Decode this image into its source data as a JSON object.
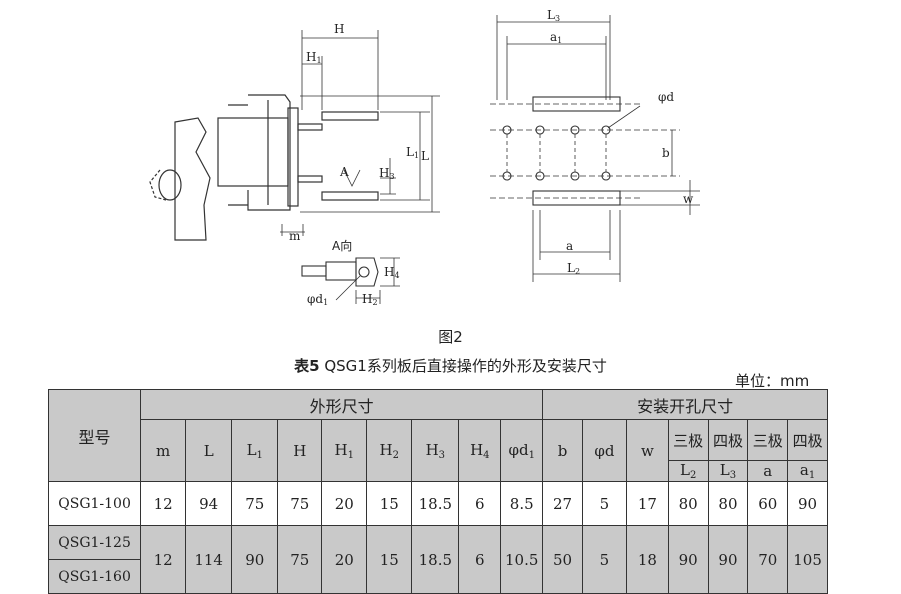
{
  "drawing_labels": {
    "H": "H",
    "H1": "H",
    "H1_sub": "1",
    "L": "L",
    "L1": "L",
    "L1_sub": "1",
    "A": "A",
    "H3": "H",
    "H3_sub": "3",
    "m": "m",
    "A_view": "A向",
    "H4": "H",
    "H4_sub": "4",
    "d1": "φd",
    "d1_sub": "1",
    "H2": "H",
    "H2_sub": "2",
    "L3": "L",
    "L3_sub": "3",
    "a1": "a",
    "a1_sub": "1",
    "d": "φd",
    "b": "b",
    "w": "w",
    "a": "a",
    "L2": "L",
    "L2_sub": "2"
  },
  "figure_caption": "图2",
  "table_title_bold": "表5",
  "table_title_rest": " QSG1系列板后直接操作的外形及安装尺寸",
  "unit": "单位：mm",
  "table": {
    "model_header": "型号",
    "outline_group": "外形尺寸",
    "mount_group": "安装开孔尺寸",
    "h_m": "m",
    "h_L": "L",
    "h_L1": "L",
    "h_L1_sub": "1",
    "h_H": "H",
    "h_H1": "H",
    "h_H1_sub": "1",
    "h_H2": "H",
    "h_H2_sub": "2",
    "h_H3": "H",
    "h_H3_sub": "3",
    "h_H4": "H",
    "h_H4_sub": "4",
    "h_d1": "φd",
    "h_d1_sub": "1",
    "h_b": "b",
    "h_d": "φd",
    "h_w": "w",
    "pole3_a": "三极",
    "pole4_a": "四极",
    "pole3_b": "三极",
    "pole4_b": "四极",
    "h_L2": "L",
    "h_L2_sub": "2",
    "h_L3": "L",
    "h_L3_sub": "3",
    "h_a": "a",
    "h_a1": "a",
    "h_a1_sub": "1",
    "rows": [
      {
        "model": "QSG1-100",
        "v": [
          "12",
          "94",
          "75",
          "75",
          "20",
          "15",
          "18.5",
          "6",
          "8.5",
          "27",
          "5",
          "17",
          "80",
          "80",
          "60",
          "90"
        ]
      },
      {
        "model": "QSG1-125",
        "model2": "QSG1-160",
        "v": [
          "12",
          "114",
          "90",
          "75",
          "20",
          "15",
          "18.5",
          "6",
          "10.5",
          "50",
          "5",
          "18",
          "90",
          "90",
          "70",
          "105"
        ]
      }
    ]
  }
}
